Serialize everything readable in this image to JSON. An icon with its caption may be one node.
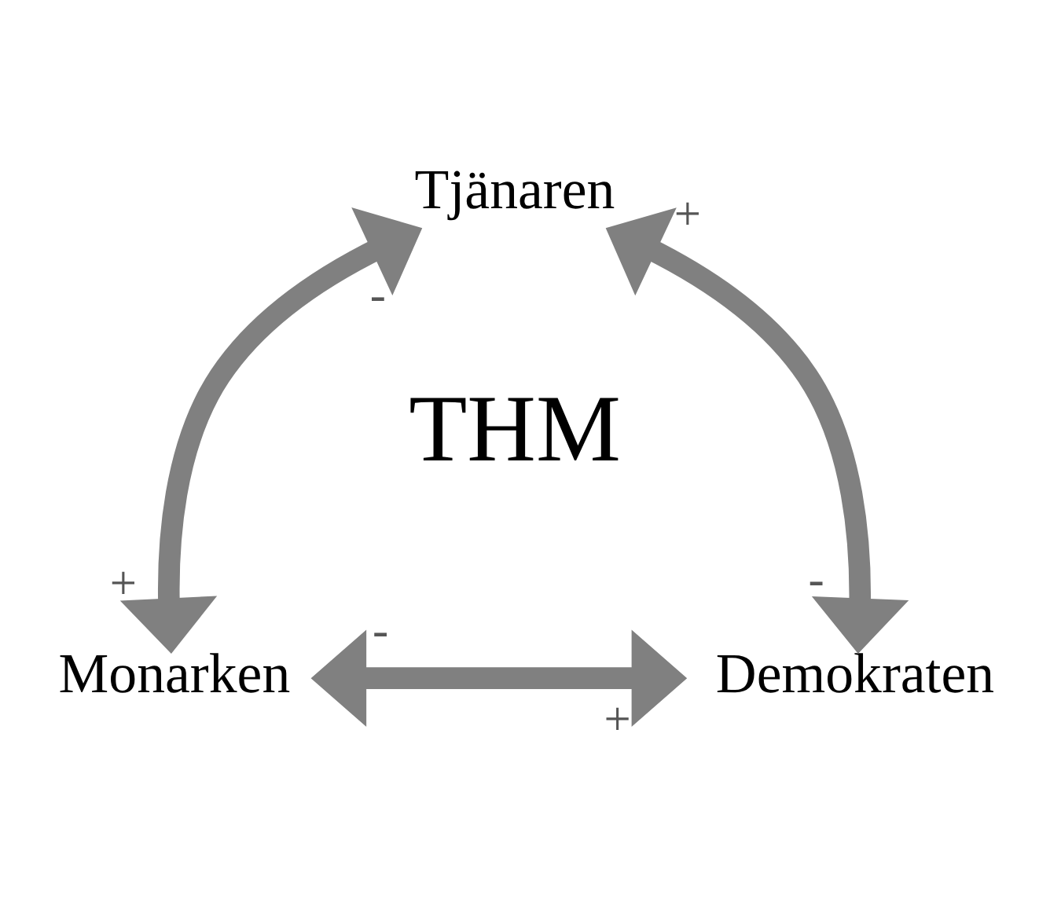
{
  "diagram": {
    "nodes": [
      {
        "text": [
          "Tjänaren"
        ]
      },
      {
        "text": [
          "Monarken"
        ]
      },
      {
        "text": [
          "Demokraten"
        ]
      }
    ],
    "edges": [
      {
        "from": 0,
        "to": 1,
        "arrow": "both"
      },
      {
        "from": 0,
        "to": 2,
        "arrow": "both"
      },
      {
        "from": 1,
        "to": 2,
        "arrow": "both"
      }
    ],
    "labels": [
      "-",
      "+",
      "THM",
      "+",
      "-",
      "-",
      "+"
    ]
  }
}
